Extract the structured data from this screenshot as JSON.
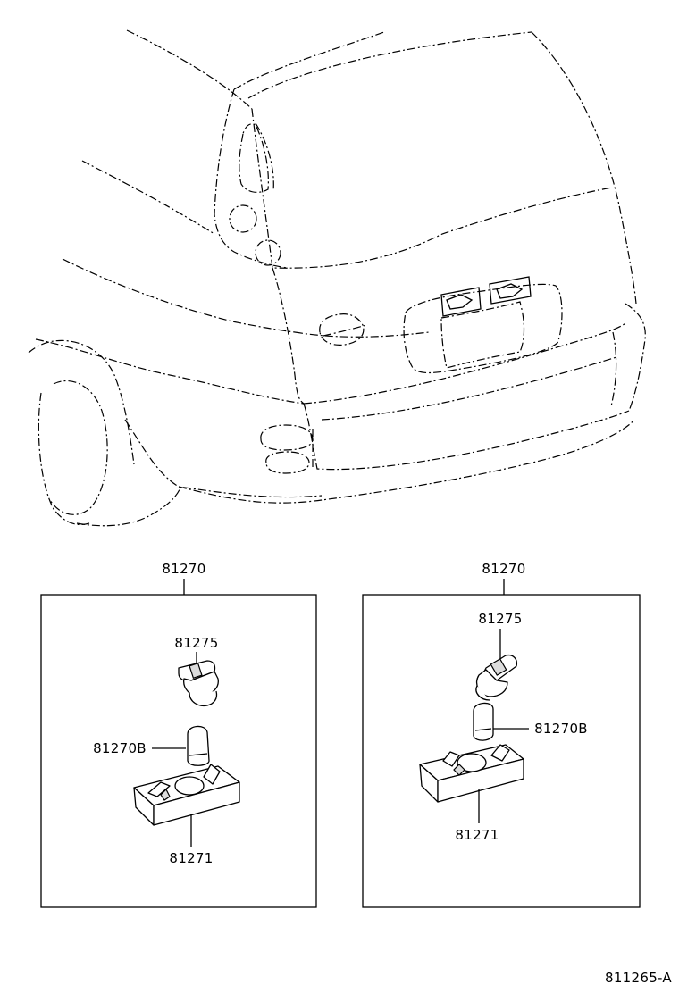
{
  "diagram_code": "811265-A",
  "left_panel": {
    "assembly": "81270",
    "socket": "81275",
    "bulb": "81270B",
    "lens_housing": "81271"
  },
  "right_panel": {
    "assembly": "81270",
    "socket": "81275",
    "bulb": "81270B",
    "lens_housing": "81271"
  }
}
